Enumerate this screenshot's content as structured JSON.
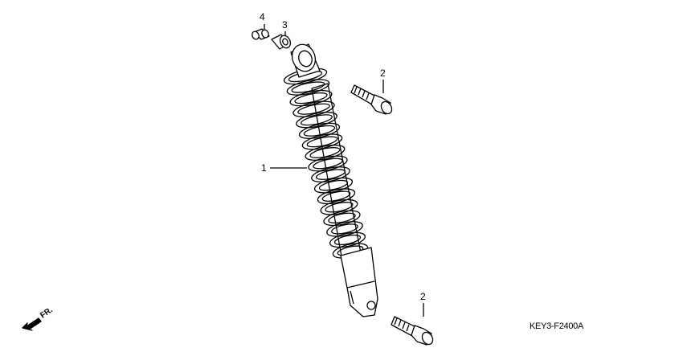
{
  "diagram": {
    "callouts": [
      {
        "number": "4",
        "part": "collar"
      },
      {
        "number": "3",
        "part": "bushing"
      },
      {
        "number": "2",
        "part": "upper-bolt"
      },
      {
        "number": "1",
        "part": "rear-shock-absorber"
      },
      {
        "number": "2",
        "part": "lower-bolt"
      }
    ],
    "direction_marker": "FR.",
    "diagram_code": "KEY3-F2400A"
  }
}
